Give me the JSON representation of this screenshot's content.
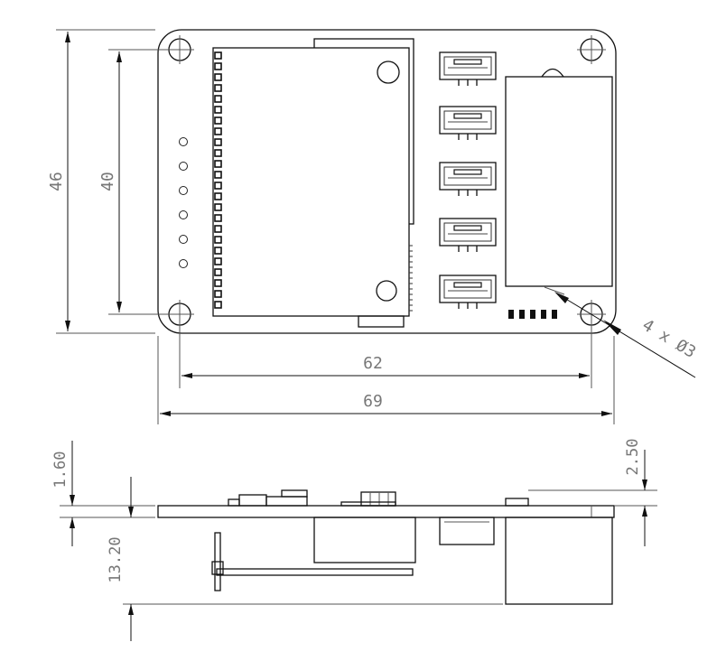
{
  "top_view": {
    "width_outer": "69",
    "width_holes": "62",
    "height_outer": "46",
    "height_holes": "40",
    "hole_note": "4 x Ø3"
  },
  "side_view": {
    "board_thickness": "1.60",
    "top_clearance": "2.50",
    "bottom_depth": "13.20"
  }
}
